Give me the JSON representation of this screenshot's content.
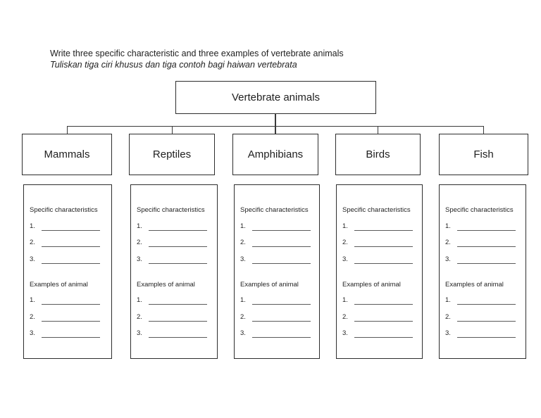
{
  "page": {
    "background": "#ffffff",
    "instruction_line1": "Write three specific characteristic and three examples of vertebrate animals",
    "instruction_line2": "Tuliskan tiga ciri khusus dan tiga contoh bagi haiwan vertebrata"
  },
  "diagram": {
    "root_label": "Vertebrate animals",
    "categories": [
      {
        "label": "Mammals"
      },
      {
        "label": "Reptiles"
      },
      {
        "label": "Amphibians"
      },
      {
        "label": "Birds"
      },
      {
        "label": "Fish"
      }
    ]
  },
  "sheet": {
    "characteristics_label": "Specific characteristics",
    "examples_label": "Examples of animal",
    "numbers": [
      "1.",
      "2.",
      "3."
    ],
    "blank_line": "______________"
  },
  "colors": {
    "text": "#1f1f1f",
    "border": "#2d2d2d",
    "connector": "#3a3a3a",
    "blank_line": "#5a5a5a",
    "background": "#ffffff"
  }
}
